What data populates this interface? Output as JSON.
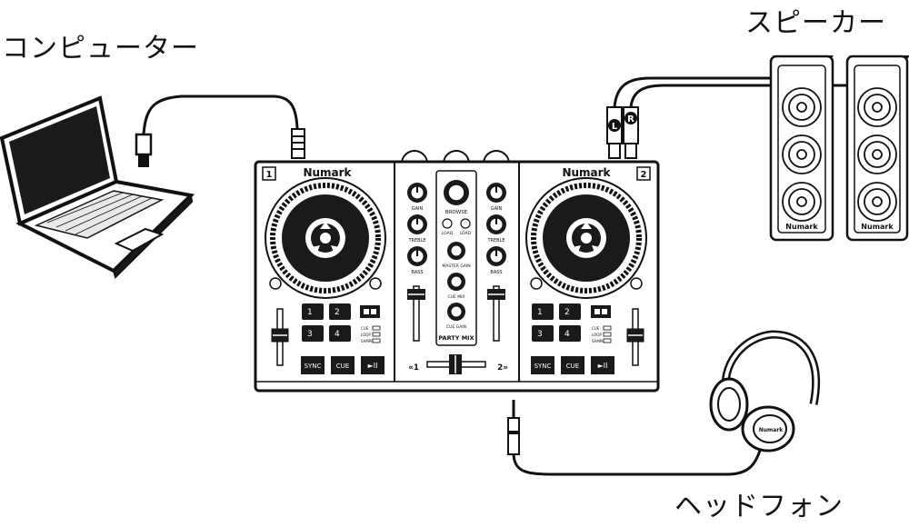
{
  "labels": {
    "computer": "コンピューター",
    "speaker": "スピーカー",
    "headphone": "ヘッドフォン"
  },
  "controller": {
    "brand": "Numark",
    "deck_left_number": "1",
    "deck_right_number": "2",
    "knob_gain": "GAIN",
    "knob_treble": "TREBLE",
    "knob_bass": "BASS",
    "browse": "BROWSE",
    "load": "LOAD",
    "master_gain": "MASTER GAIN",
    "cue_mix": "CUE MIX",
    "cue_gain": "CUE GAIN",
    "party_mix": "PARTY MIX",
    "pads": [
      "1",
      "2",
      "3",
      "4"
    ],
    "pad_mode_labels": [
      "CUE",
      "LOOP",
      "SAMPLER"
    ],
    "sync": "SYNC",
    "cue": "CUE",
    "play_pause": "►II",
    "crossfader_left": "«1",
    "crossfader_right": "2»",
    "jack_l": "L",
    "jack_r": "R"
  },
  "speakers": {
    "brand": "Numark"
  },
  "headphones": {
    "brand": "Numark"
  },
  "colors": {
    "line": "#111111",
    "fill_dark": "#1a1a1a",
    "fill_light": "#ffffff"
  }
}
